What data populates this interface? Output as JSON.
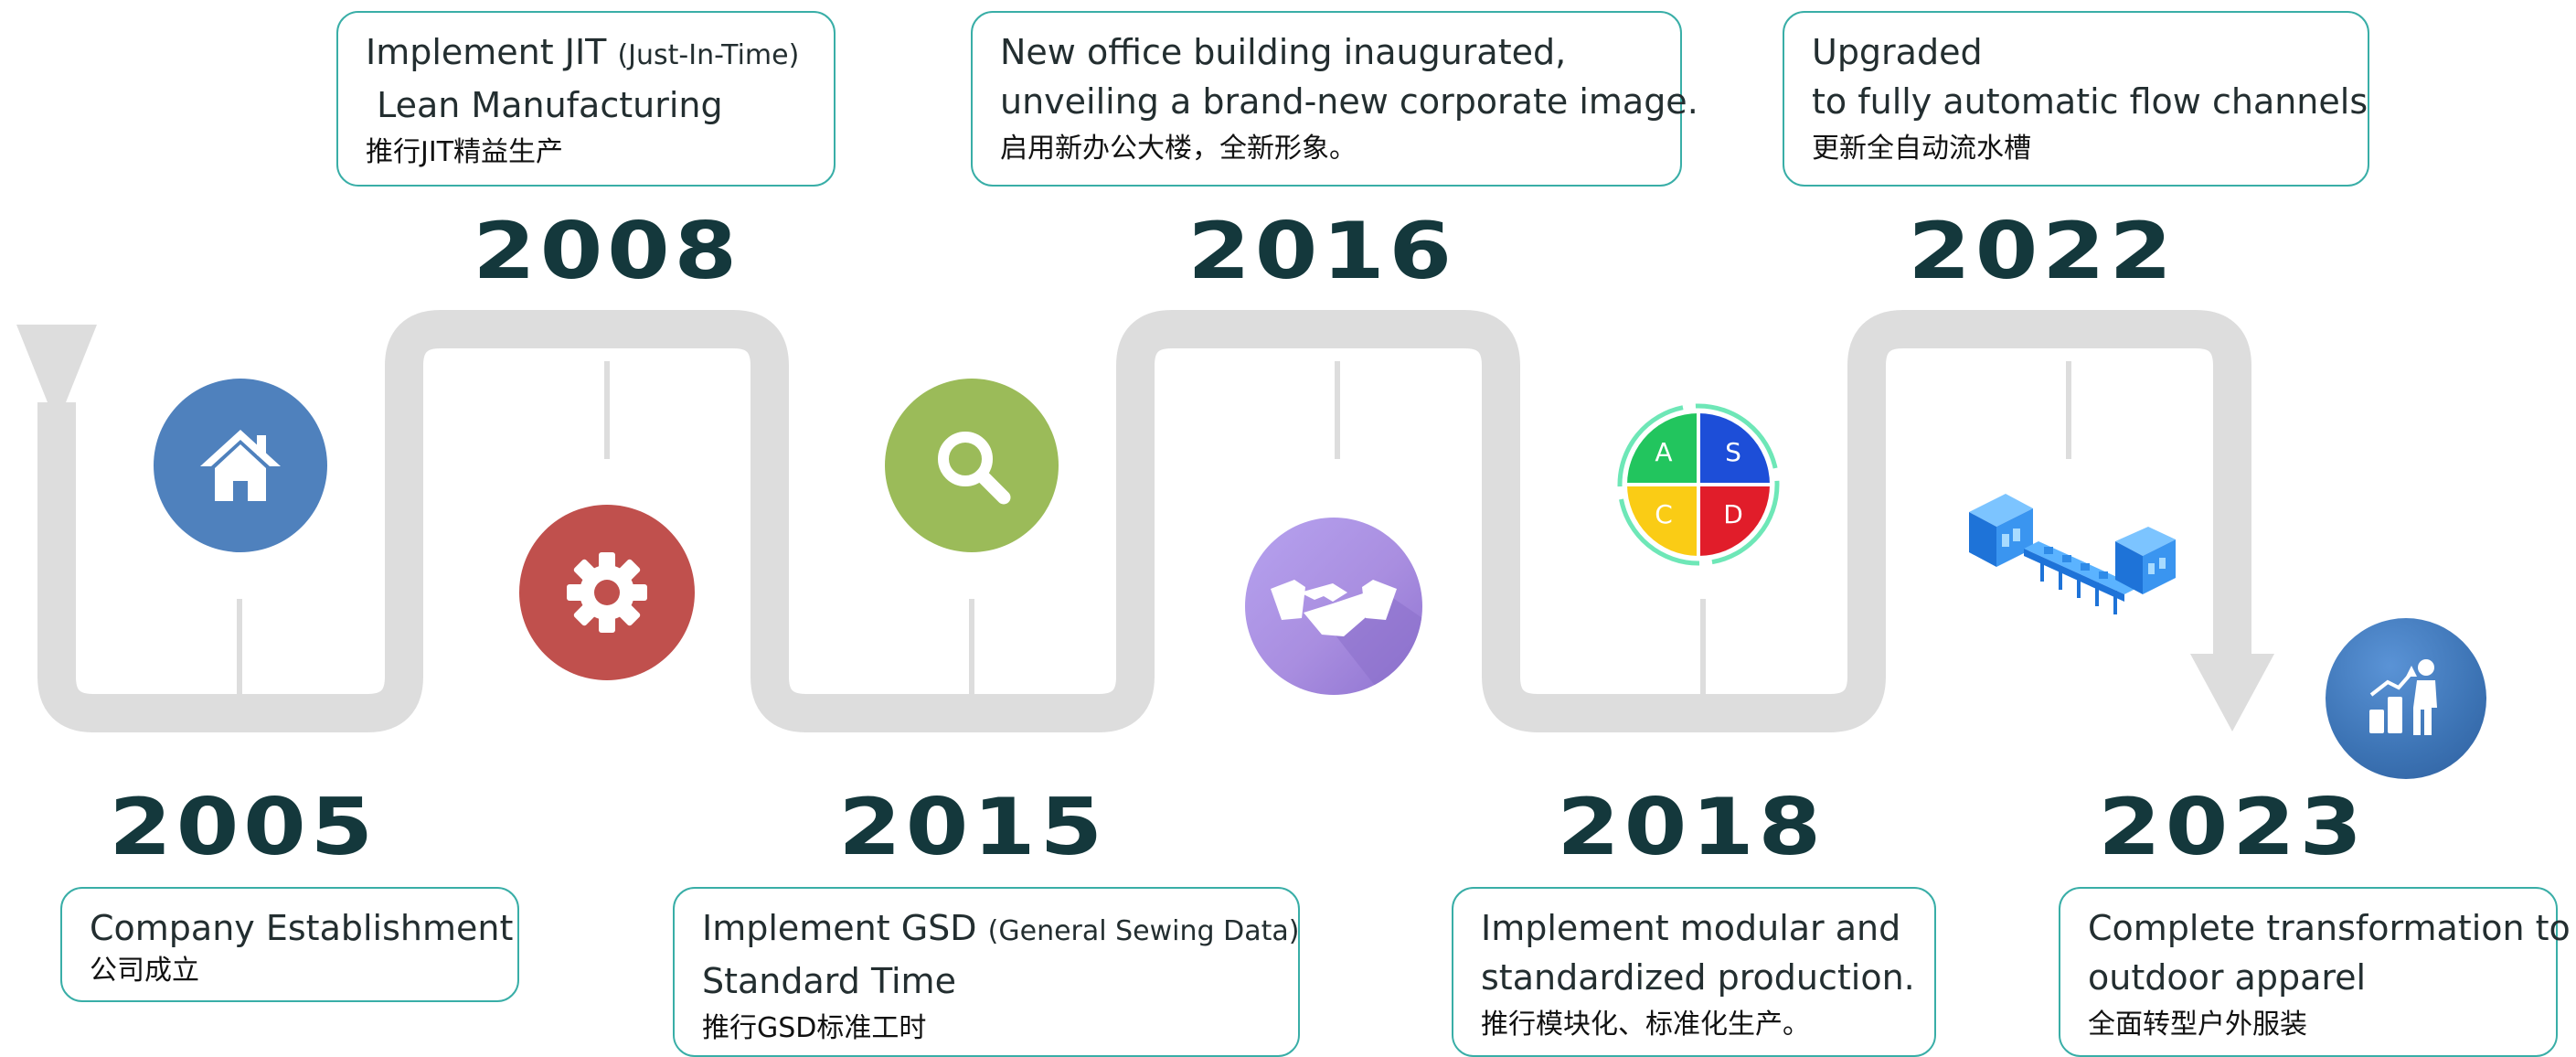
{
  "colors": {
    "track": "#dddddd",
    "year": "#14383c",
    "box_border": "#39aea7",
    "home": "#4f81bd",
    "settings": "#c0504d",
    "search": "#9bbb59",
    "handshake": "#a98ee0",
    "growth": "#3c73b4"
  },
  "milestones": [
    {
      "year": "2005",
      "en_line1": "Company Establishment",
      "zh": "公司成立",
      "icon": "home-icon"
    },
    {
      "year": "2008",
      "en_line1": "Implement JIT",
      "en_line1_small": "(Just-In-Time)",
      "en_line2": " Lean Manufacturing",
      "zh": "推行JIT精益生产",
      "icon": "gear-icon"
    },
    {
      "year": "2015",
      "en_line1": "Implement GSD",
      "en_line1_small": "(General Sewing Data)",
      "en_line2": "Standard Time",
      "zh": "推行GSD标准工时",
      "icon": "search-icon"
    },
    {
      "year": "2016",
      "en_line1": "New office building inaugurated,",
      "en_line2": "unveiling a brand-new corporate image.",
      "zh": "启用新办公大楼，全新形象。",
      "icon": "handshake-icon"
    },
    {
      "year": "2018",
      "en_line1": "Implement modular and",
      "en_line2": "standardized production.",
      "zh": "推行模块化、标准化生产。",
      "icon": "pdca-icon",
      "quadrants": [
        "A",
        "S",
        "C",
        "D"
      ]
    },
    {
      "year": "2022",
      "en_line1": "Upgraded",
      "en_line2": "to fully automatic flow channels",
      "zh": "更新全自动流水槽",
      "icon": "conveyor-icon"
    },
    {
      "year": "2023",
      "en_line1": "Complete transformation to",
      "en_line2": "outdoor apparel",
      "zh": "全面转型户外服装",
      "icon": "growth-chart-icon"
    }
  ]
}
